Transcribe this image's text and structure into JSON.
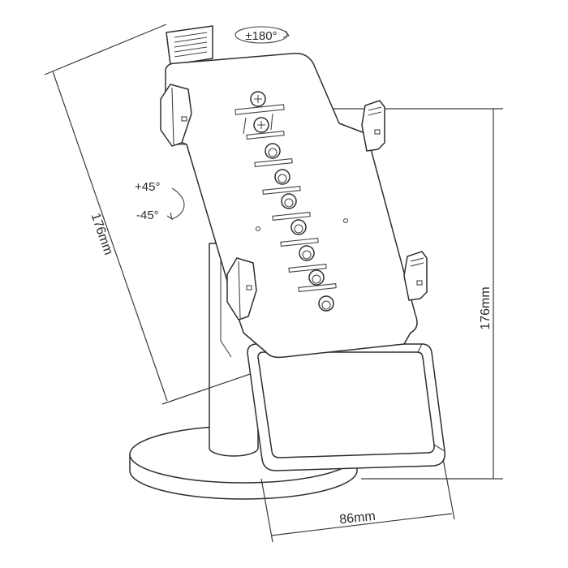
{
  "rotation_label": "±180°",
  "tilt_up_label": "+45°",
  "tilt_down_label": "-45°",
  "left_dimension": "176mm",
  "right_dimension": "176mm",
  "bottom_dimension": "86mm",
  "colors": {
    "line": "#2e2e2e",
    "background": "#ffffff"
  }
}
